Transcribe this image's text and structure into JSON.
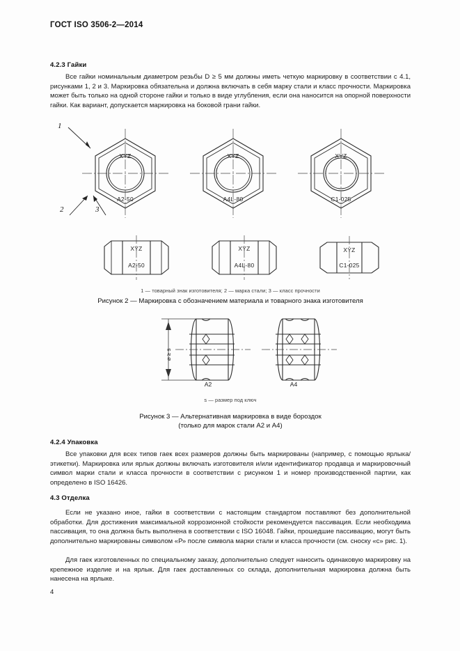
{
  "document": {
    "header": "ГОСТ ISO 3506-2—2014",
    "page_number": "4"
  },
  "sections": [
    {
      "number": "4.2.3",
      "title": "Гайки",
      "heading": "4.2.3  Гайки",
      "body": "Все гайки номинальным диаметром резьбы D ≥ 5 мм должны иметь четкую маркировку в соответствии с 4.1, рисунками 1, 2 и 3. Маркировка обязательна и должна включать в себя марку стали и класс прочности. Маркировка может быть только на одной стороне гайки и только в виде углубления, если она наносится на опорной поверхности гайки. Как вариант, допускается маркировка на боковой грани гайки."
    },
    {
      "number": "4.2.4",
      "title": "Упаковка",
      "heading": "4.2.4  Упаковка",
      "body": "Все упаковки для всех типов гаек всех размеров должны быть маркированы (например, с помощью ярлыка/этикетки). Маркировка или ярлык должны включать изготовителя и/или идентификатор продавца и маркировочный символ марки стали и класса прочности в соответствии с рисунком 1 и номер производственной партии, как определено в ISO 16426."
    },
    {
      "number": "4.3",
      "title": "Отделка",
      "heading": "4.3  Отделка",
      "body": "Если не указано иное, гайки в соответствии с настоящим стандартом поставляют без дополнительной обработки. Для достижения максимальной коррозионной стойкости рекомендуется пассивация. Если необходима пассивация, то она должна быть выполнена в соответствии с ISO 16048. Гайки, прошедшие пассивацию, могут быть дополнительно маркированы символом «Р» после символа марки стали и класса прочности (см. сноску «с» рис. 1).",
      "body2": "Для гаек изготовленных по специальному заказу, дополнительно следует наносить одинаковую маркировку на крепежное изделие и на ярлык. Для гаек доставленных со склада, дополнительная маркировка должна быть нанесена на ярлыке."
    }
  ],
  "figure2": {
    "top_nuts": [
      {
        "brand": "XYZ",
        "grade": "A2-50"
      },
      {
        "brand": "XYZ",
        "grade": "A4L-80"
      },
      {
        "brand": "XYZ",
        "grade": "C1-025"
      }
    ],
    "side_nuts": [
      {
        "brand": "XYZ",
        "grade": "A2-50"
      },
      {
        "brand": "XYZ",
        "grade": "A4L-80"
      },
      {
        "brand": "XYZ",
        "grade": "C1-025"
      }
    ],
    "callouts": {
      "one": "1",
      "two": "2",
      "three": "3"
    },
    "legend": "1 — товарный знак изготовителя; 2 — марка стали; 3 — класс прочности",
    "caption": "Рисунок 2 — Маркировка с обозначением материала и товарного знака изготовителя"
  },
  "figure3": {
    "dimension_label": "⌀ ≥ s",
    "nut_labels": [
      "A2",
      "A4"
    ],
    "legend": "s — размер под ключ",
    "caption_line1": "Рисунок 3 — Альтернативная маркировка в виде бороздок",
    "caption_line2": "(только для марок стали А2 и А4)"
  },
  "colors": {
    "ink": "#1a1a1a",
    "line": "#2b2b2b",
    "page": "#fdfdfd"
  }
}
